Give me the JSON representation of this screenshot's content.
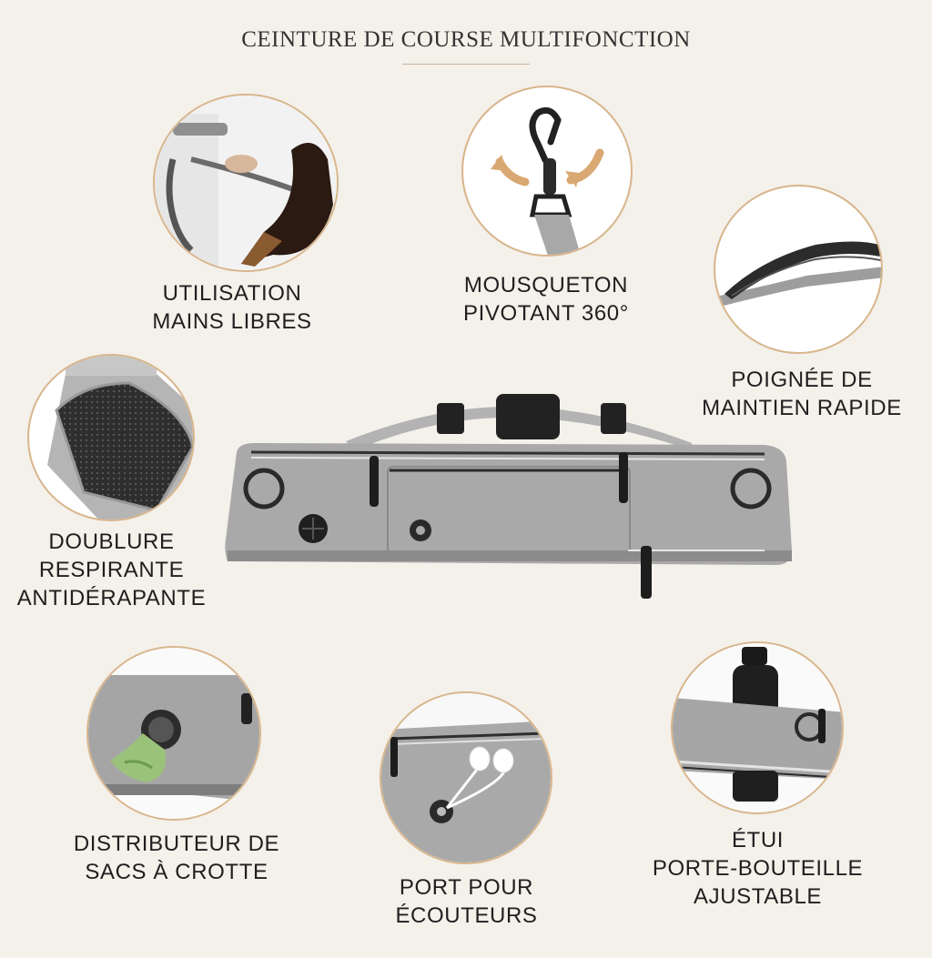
{
  "title": "CEINTURE DE COURSE MULTIFONCTION",
  "features": {
    "hands_free": [
      "UTILISATION",
      "MAINS LIBRES"
    ],
    "carabiner": [
      "MOUSQUETON",
      "PIVOTANT 360°"
    ],
    "handle": [
      "POIGNÉE DE",
      "MAINTIEN RAPIDE"
    ],
    "lining": [
      "DOUBLURE",
      "RESPIRANTE",
      "ANTIDÉRAPANTE"
    ],
    "dispenser": [
      "DISTRIBUTEUR DE",
      "SACS À CROTTE"
    ],
    "earphone": [
      "PORT POUR",
      "ÉCOUTEURS"
    ],
    "bottle": [
      "ÉTUI",
      "PORTE-BOUTEILLE",
      "AJUSTABLE"
    ]
  },
  "colors": {
    "background": "#f4f0ea",
    "circle_border": "#d8b58c",
    "fabric": "#a9a9a9",
    "accent_arrow": "#d9a873"
  },
  "icons": [
    "dog-leash-photo",
    "swivel-carabiner-photo",
    "handle-photo",
    "mesh-lining-photo",
    "bag-dispenser-photo",
    "earphone-port-photo",
    "bottle-holder-photo",
    "running-belt-photo"
  ]
}
